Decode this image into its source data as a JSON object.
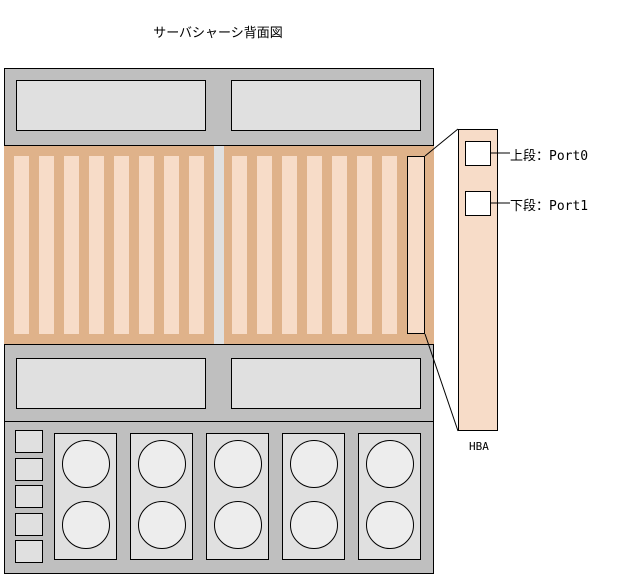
{
  "diagram": {
    "title": "サーバシャーシ背面図",
    "hba": {
      "label": "HBA",
      "ports": [
        {
          "label": "上段：Port0"
        },
        {
          "label": "下段：Port1"
        }
      ]
    }
  },
  "colors": {
    "chassis": "#bfbfbf",
    "panel": "#e0e0e0",
    "slot_band": "#dfb28a",
    "slot": "#f7dcc8"
  }
}
